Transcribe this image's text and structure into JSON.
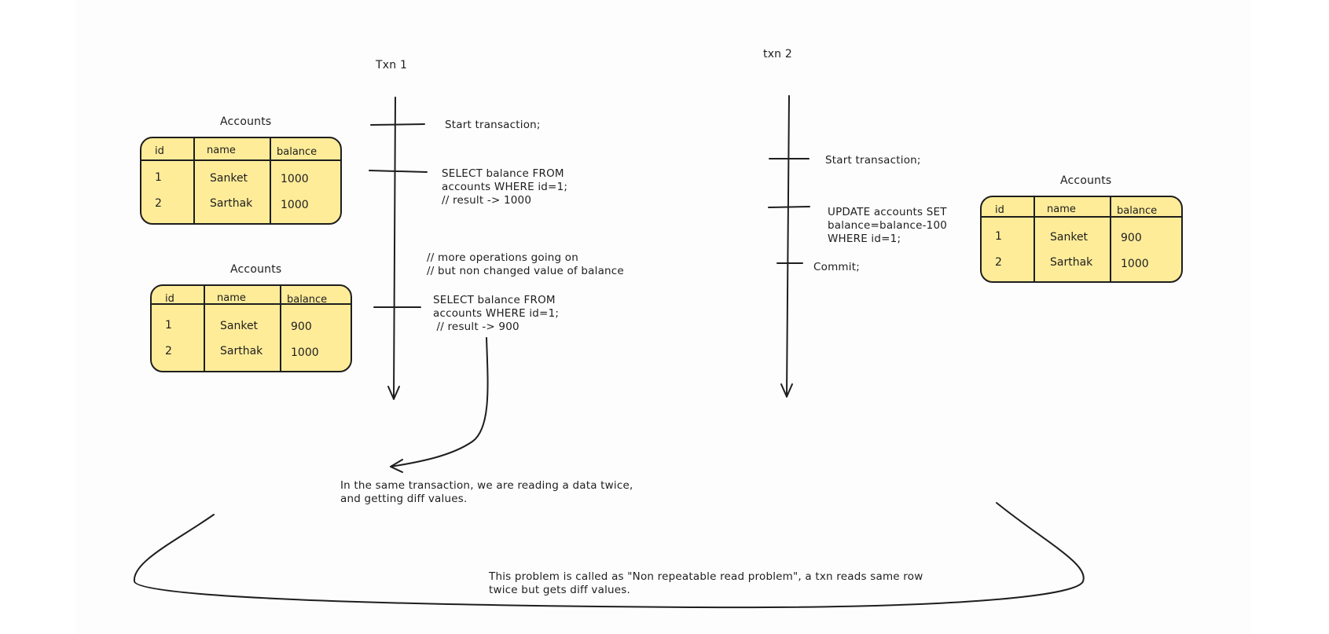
{
  "txn1": {
    "label": "Txn 1",
    "steps": [
      "Start transaction;",
      "SELECT balance FROM\naccounts WHERE id=1;\n// result -> 1000",
      "// more operations going on\n// but non changed value of balance",
      "SELECT balance FROM\naccounts WHERE id=1;\n // result -> 900"
    ]
  },
  "txn2": {
    "label": "txn 2",
    "steps": [
      "Start transaction;",
      "UPDATE accounts SET\nbalance=balance-100\nWHERE id=1;",
      "Commit;"
    ]
  },
  "tables": [
    {
      "title": "Accounts",
      "columns": [
        "id",
        "name",
        "balance"
      ],
      "rows": [
        [
          "1",
          "Sanket",
          "1000"
        ],
        [
          "2",
          "Sarthak",
          "1000"
        ]
      ]
    },
    {
      "title": "Accounts",
      "columns": [
        "id",
        "name",
        "balance"
      ],
      "rows": [
        [
          "1",
          "Sanket",
          "900"
        ],
        [
          "2",
          "Sarthak",
          "1000"
        ]
      ]
    },
    {
      "title": "Accounts",
      "columns": [
        "id",
        "name",
        "balance"
      ],
      "rows": [
        [
          "1",
          "Sanket",
          "900"
        ],
        [
          "2",
          "Sarthak",
          "1000"
        ]
      ]
    }
  ],
  "notes": {
    "same_txn": "In the same transaction, we are reading a data twice,\nand getting diff values.",
    "problem": "This problem is called as \"Non repeatable read problem\", a txn reads same row\ntwice but gets diff values."
  },
  "colors": {
    "table_fill": "#ffec99",
    "stroke": "#1e1e1e",
    "board": "#fdfdfd"
  }
}
